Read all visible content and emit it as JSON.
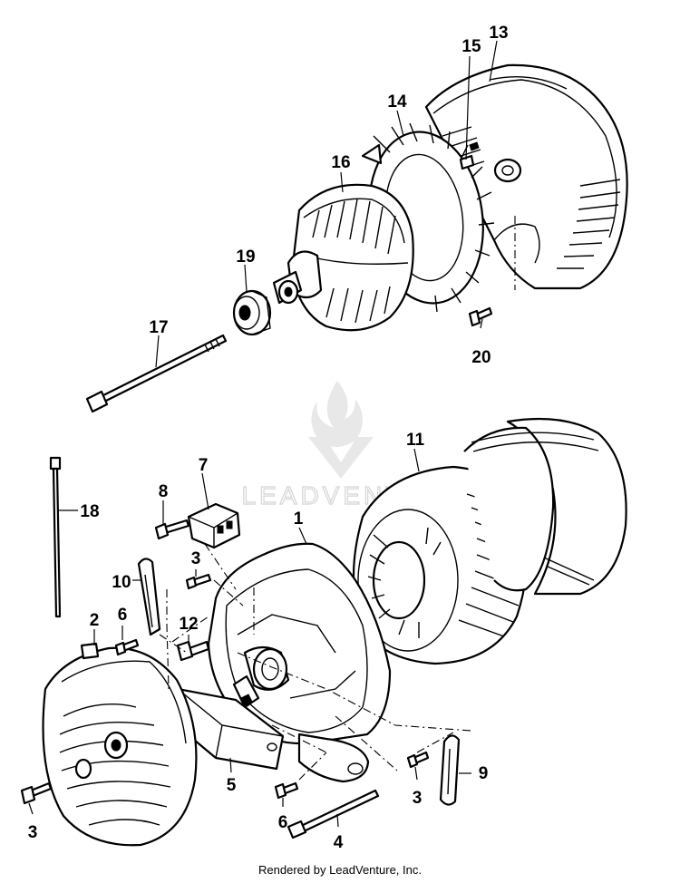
{
  "diagram": {
    "callouts": [
      "1",
      "2",
      "3",
      "3",
      "3",
      "4",
      "5",
      "6",
      "6",
      "7",
      "8",
      "9",
      "10",
      "11",
      "12",
      "13",
      "14",
      "15",
      "16",
      "17",
      "18",
      "19",
      "20"
    ],
    "watermark_text": "LEADVENTURE",
    "footer_credit": "Rendered by LeadVenture, Inc."
  }
}
